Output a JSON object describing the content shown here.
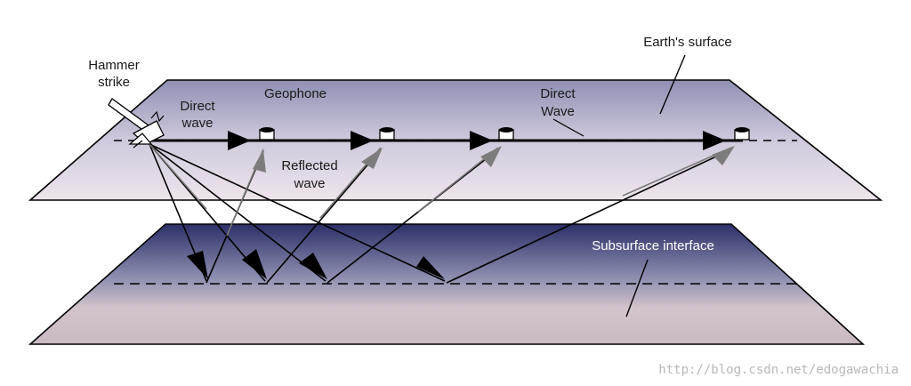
{
  "labels": {
    "hammer_1": "Hammer",
    "hammer_2": "strike",
    "direct_wave_left_1": "Direct",
    "direct_wave_left_2": "wave",
    "geophone": "Geophone",
    "reflected_1": "Reflected",
    "reflected_2": "wave",
    "direct_wave_right_1": "Direct",
    "direct_wave_right_2": "Wave",
    "earth_surface": "Earth's surface",
    "subsurface": "Subsurface interface"
  },
  "watermark": "http://blog.csdn.net/edogawachia",
  "colors": {
    "surface_top": "#8f90b3",
    "surface_bottom": "#eee4ec",
    "interface_top": "#2c3068",
    "interface_bottom": "#d3c3cc",
    "outline": "#000000",
    "reflected_ray": "#777777"
  }
}
